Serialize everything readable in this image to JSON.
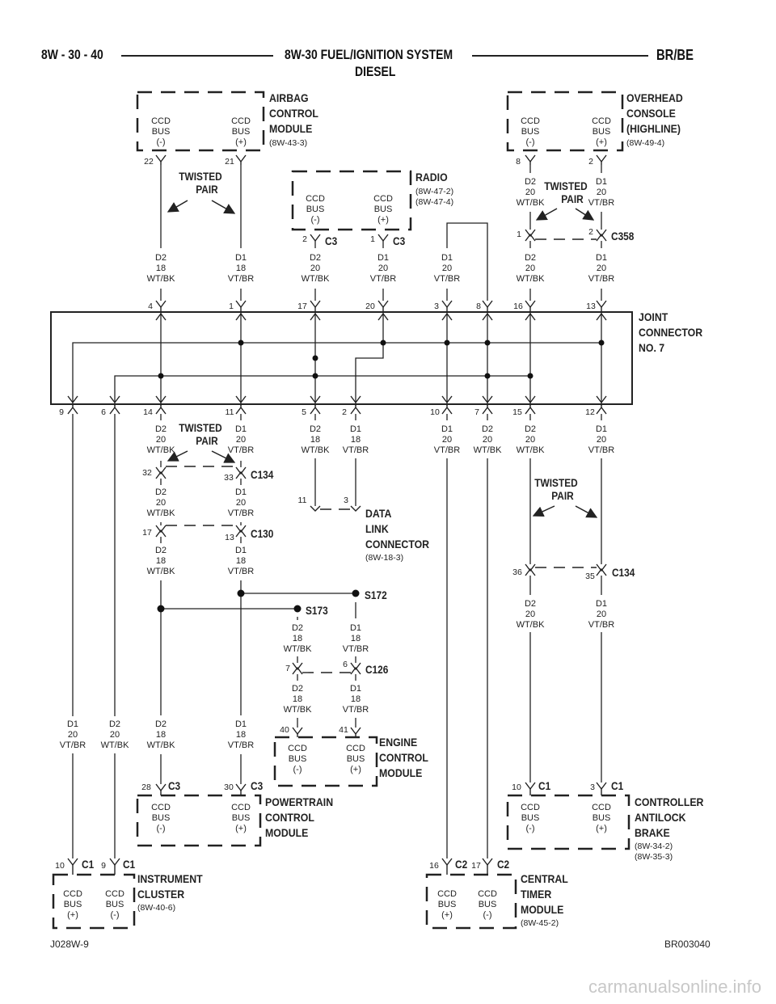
{
  "header": {
    "left": "8W - 30 - 40",
    "center_line1": "8W-30 FUEL/IGNITION SYSTEM",
    "center_line2": "DIESEL",
    "right": "BR/BE"
  },
  "footer": {
    "left": "J028W-9",
    "right": "BR003040"
  },
  "watermark": "carmanualsonline.info",
  "labels": {
    "ccd": "CCD",
    "bus": "BUS",
    "neg": "(-)",
    "pos": "(+)",
    "twisted": "TWISTED",
    "pair": "PAIR",
    "d1": "D1",
    "d2": "D2",
    "g18": "18",
    "g20": "20",
    "wtbk": "WT/BK",
    "vtbr": "VT/BR"
  },
  "modules": {
    "airbag": {
      "name": [
        "AIRBAG",
        "CONTROL",
        "MODULE"
      ],
      "ref": "(8W-43-3)",
      "pin_neg": "22",
      "pin_pos": "21"
    },
    "radio": {
      "name": [
        "RADIO"
      ],
      "refs": [
        "(8W-47-2)",
        "(8W-47-4)"
      ],
      "pin_neg": "2",
      "pin_pos": "1",
      "conn": "C3"
    },
    "overhead": {
      "name": [
        "OVERHEAD",
        "CONSOLE",
        "(HIGHLINE)"
      ],
      "ref": "(8W-49-4)",
      "pin_neg": "8",
      "pin_pos": "2"
    },
    "joint": {
      "name": [
        "JOINT",
        "CONNECTOR",
        "NO. 7"
      ]
    },
    "dlc": {
      "name": [
        "DATA",
        "LINK",
        "CONNECTOR"
      ],
      "ref": "(8W-18-3)",
      "pin_a": "11",
      "pin_b": "3"
    },
    "ecm": {
      "name": [
        "ENGINE",
        "CONTROL",
        "MODULE"
      ],
      "pin_neg": "40",
      "pin_pos": "41"
    },
    "pcm": {
      "name": [
        "POWERTRAIN",
        "CONTROL",
        "MODULE"
      ],
      "pin_neg": "28",
      "pin_pos": "30",
      "conn": "C3"
    },
    "cab": {
      "name": [
        "CONTROLLER",
        "ANTILOCK",
        "BRAKE"
      ],
      "refs": [
        "(8W-34-2)",
        "(8W-35-3)"
      ],
      "pin_neg": "10",
      "pin_pos": "3",
      "conn": "C1"
    },
    "cluster": {
      "name": [
        "INSTRUMENT",
        "CLUSTER"
      ],
      "ref": "(8W-40-6)",
      "pin_pos": "10",
      "pin_neg": "9",
      "conn": "C1"
    },
    "ctm": {
      "name": [
        "CENTRAL",
        "TIMER",
        "MODULE"
      ],
      "ref": "(8W-45-2)",
      "pin_pos": "16",
      "pin_neg": "17",
      "conn": "C2"
    }
  },
  "joint_pins_top": [
    "4",
    "1",
    "17",
    "20",
    "3",
    "8",
    "16",
    "13"
  ],
  "joint_pins_bottom": [
    "9",
    "6",
    "14",
    "11",
    "5",
    "2",
    "10",
    "7",
    "15",
    "12"
  ],
  "connectors": {
    "c358": {
      "name": "C358",
      "pin_a": "1",
      "pin_b": "2"
    },
    "c134a": {
      "name": "C134",
      "pin_a": "32",
      "pin_b": "33"
    },
    "c130": {
      "name": "C130",
      "pin_a": "17",
      "pin_b": "13"
    },
    "c134b": {
      "name": "C134",
      "pin_a": "36",
      "pin_b": "35"
    },
    "c126": {
      "name": "C126",
      "pin_a": "7",
      "pin_b": "6"
    }
  },
  "splices": {
    "s172": "S172",
    "s173": "S173"
  }
}
